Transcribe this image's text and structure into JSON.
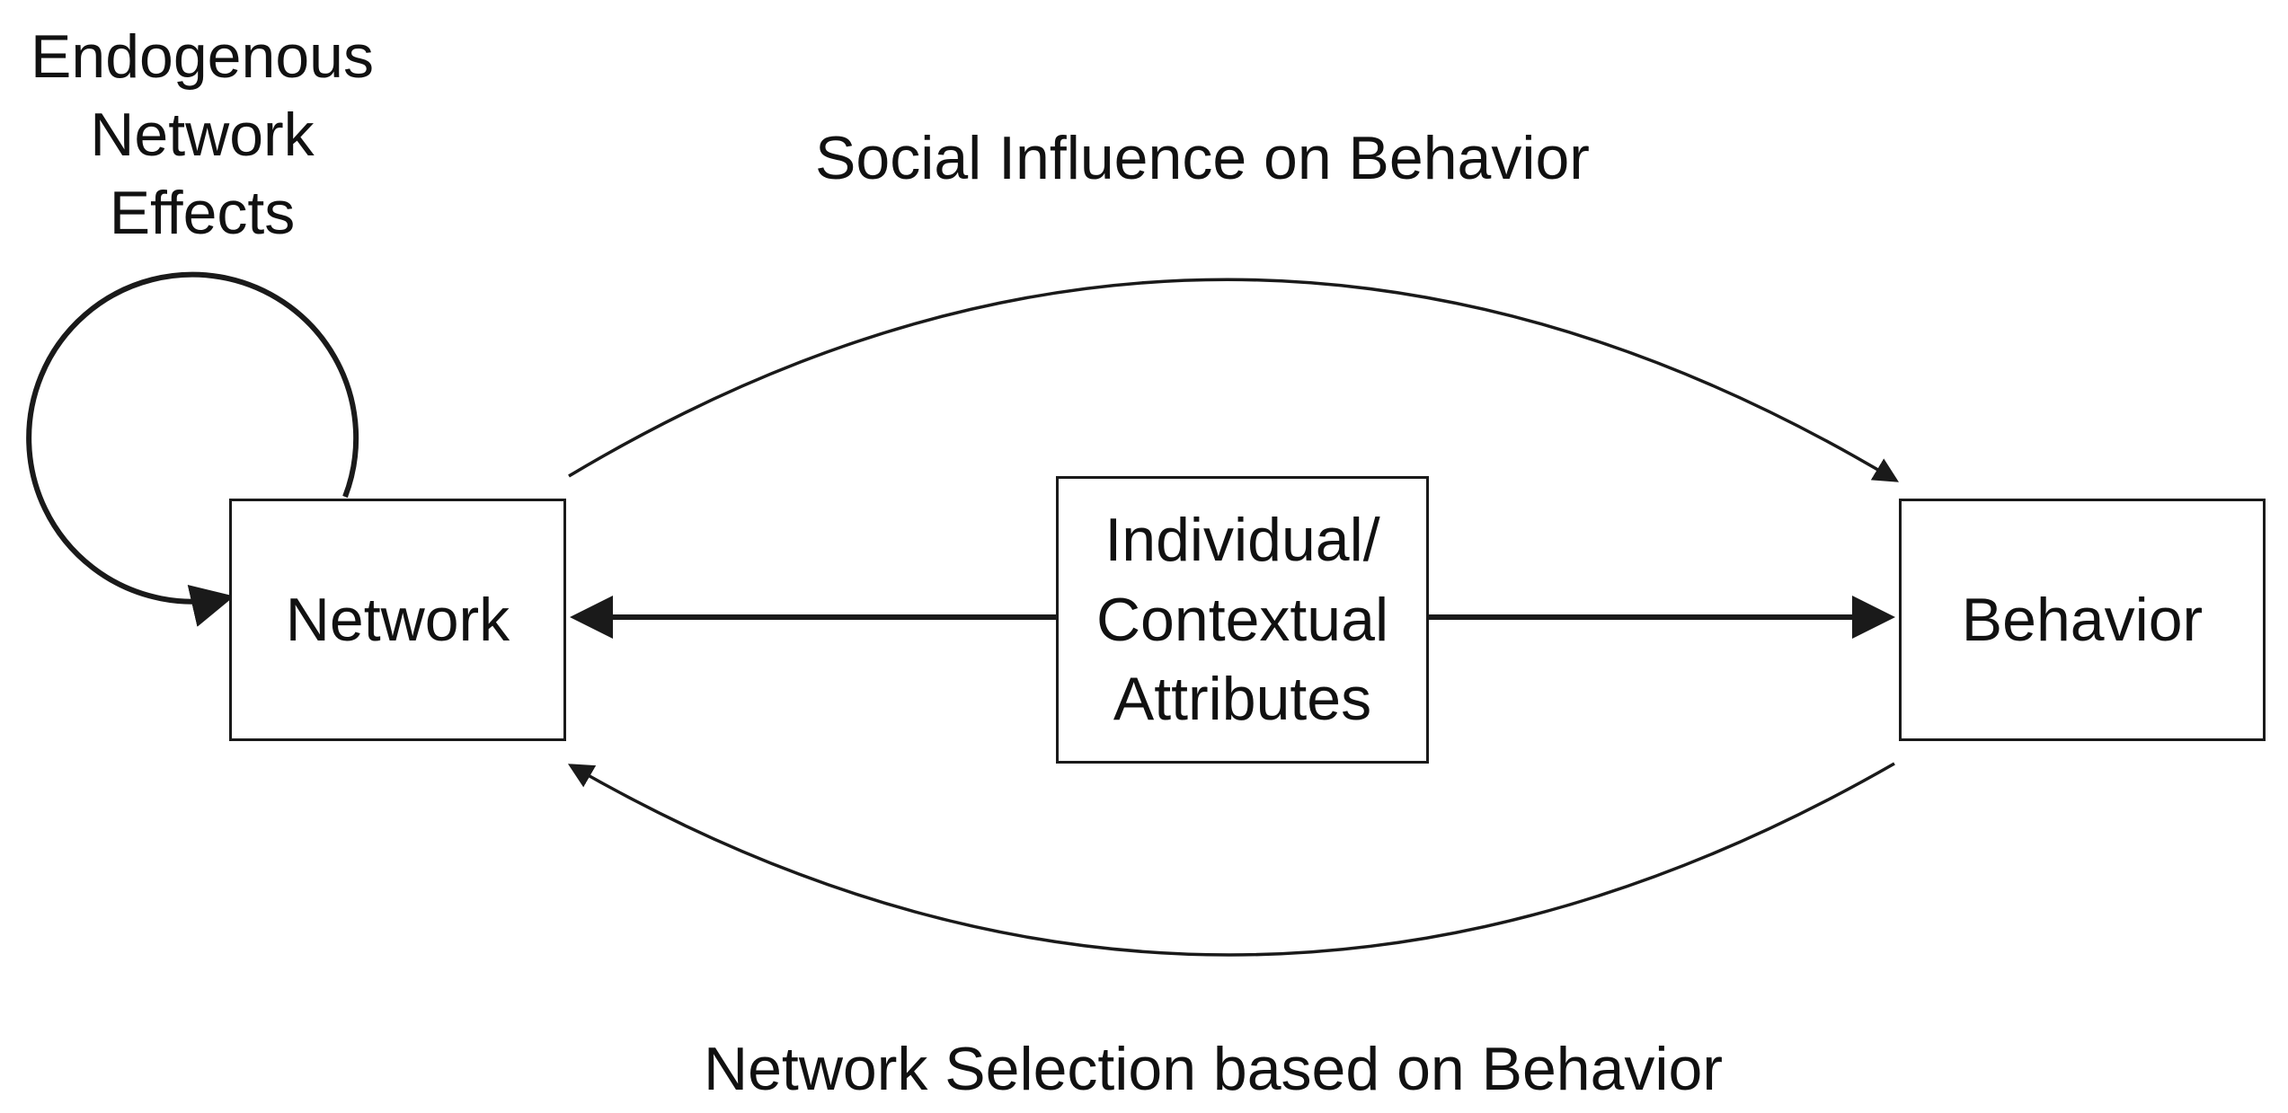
{
  "labels": {
    "endogenous": [
      "Endogenous",
      "Network",
      "Effects"
    ],
    "social_influence": "Social Influence on Behavior",
    "network_selection": "Network Selection based on Behavior"
  },
  "nodes": {
    "network": "Network",
    "attributes": [
      "Individual/",
      "Contextual",
      "Attributes"
    ],
    "behavior": "Behavior"
  },
  "colors": {
    "line": "#1a1a1a",
    "text": "#111111",
    "background": "#ffffff"
  }
}
